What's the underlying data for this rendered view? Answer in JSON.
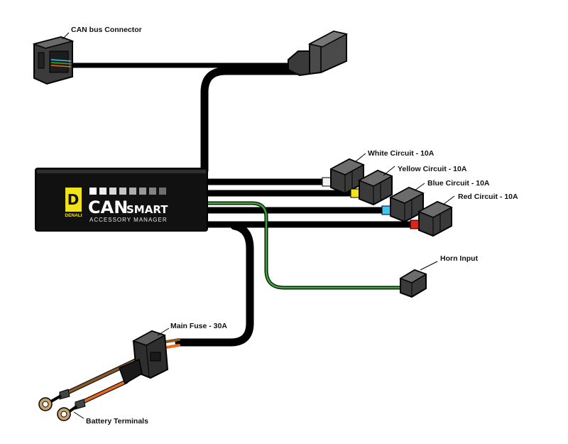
{
  "labels": {
    "can_bus": "CAN bus Connector",
    "white_circuit": "White Circuit - 10A",
    "yellow_circuit": "Yellow Circuit - 10A",
    "blue_circuit": "Blue Circuit - 10A",
    "red_circuit": "Red Circuit - 10A",
    "horn_input": "Horn Input",
    "main_fuse": "Main Fuse - 30A",
    "battery_terminals": "Battery Terminals"
  },
  "brand": {
    "logo_letter": "D",
    "logo_name": "DENALI",
    "title_big": "CAN",
    "title_small": "SMART",
    "subtitle": "ACCESSORY MANAGER"
  },
  "colors": {
    "cable": "#000000",
    "module": "#111111",
    "logo_yellow": "#f2e21b",
    "horn_wire": "#3aa935",
    "orange_wire": "#e86a1c",
    "brown_wire": "#8a5a2b",
    "white_circuit": "#f2f2f2",
    "yellow_circuit": "#f2e21b",
    "blue_circuit": "#3ec6f0",
    "red_circuit": "#e2231a"
  },
  "icons": {
    "can_connector": "automotive-connector-icon",
    "obd_plug": "obd-plug-icon",
    "circuit_connector": "two-pin-connector-icon",
    "horn_connector": "two-pin-connector-icon",
    "fuse_holder": "inline-fuse-holder-icon",
    "ring_terminal": "ring-terminal-icon"
  }
}
